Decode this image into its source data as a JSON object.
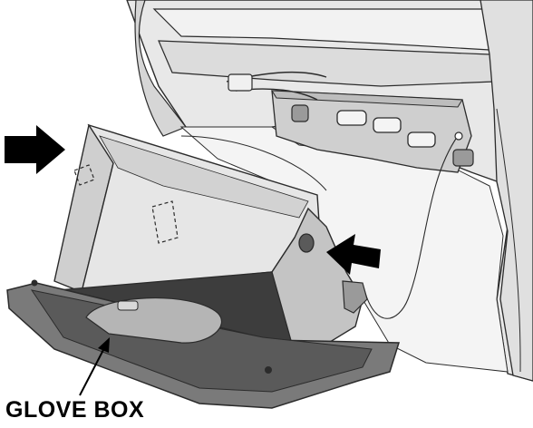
{
  "diagram": {
    "callout_label": "GLOVE BOX",
    "colors": {
      "background": "#ffffff",
      "outline": "#2b2b2b",
      "dash_surface": "#e3e3e3",
      "dash_shadow": "#c9c9c9",
      "glovebox_light": "#d9d9d9",
      "glovebox_mid": "#b5b5b5",
      "glovebox_dark": "#7a7a7a",
      "glovebox_deep": "#3d3d3d",
      "arrow": "#000000"
    },
    "icons": [
      "push-arrow",
      "pointer-arrow"
    ]
  }
}
